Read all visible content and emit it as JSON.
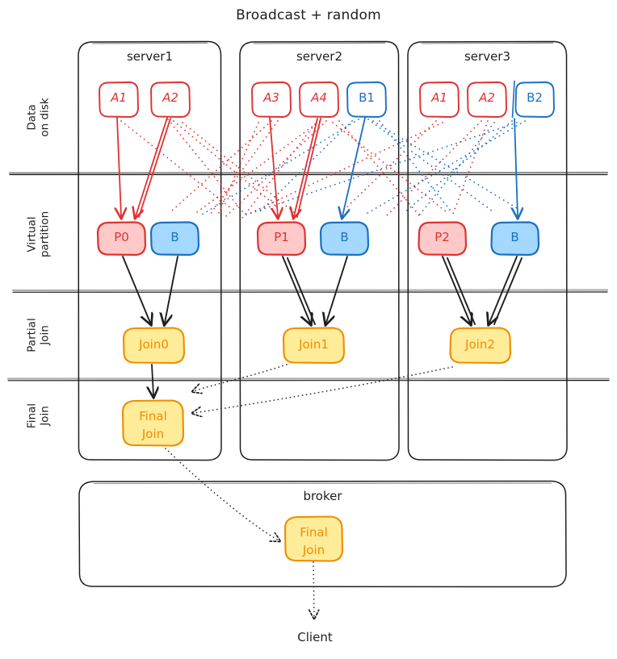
{
  "diagram": {
    "title": "Broadcast + random",
    "type": "distributed-join-dataflow",
    "colors": {
      "red_stroke": "#e03131",
      "red_fill": "#ffc9c9",
      "blue_stroke": "#1971c2",
      "blue_fill": "#a5d8ff",
      "amber_stroke": "#f08c00",
      "amber_fill": "#ffec99",
      "black_stroke": "#1e1e1e",
      "gray_rule": "#868e96",
      "background": "#ffffff"
    }
  },
  "row_labels": [
    {
      "id": "data-on-disk",
      "line1": "Data",
      "line2": "on disk"
    },
    {
      "id": "virtual-partition",
      "line1": "Virtual",
      "line2": "partition"
    },
    {
      "id": "partial-join",
      "line1": "Partial",
      "line2": "Join"
    },
    {
      "id": "final-join",
      "line1": "Final",
      "line2": "Join"
    }
  ],
  "servers": [
    {
      "name": "server1",
      "disk": [
        {
          "label": "A1",
          "kind": "red-outline"
        },
        {
          "label": "A2",
          "kind": "red-outline"
        }
      ],
      "partitions": [
        {
          "label": "P0",
          "kind": "red-filled"
        },
        {
          "label": "B",
          "kind": "blue-filled"
        }
      ],
      "partial_join": {
        "label": "Join0",
        "kind": "amber-filled"
      },
      "final_join": {
        "label_line1": "Final",
        "label_line2": "Join",
        "kind": "amber-filled"
      }
    },
    {
      "name": "server2",
      "disk": [
        {
          "label": "A3",
          "kind": "red-outline"
        },
        {
          "label": "A4",
          "kind": "red-outline"
        },
        {
          "label": "B1",
          "kind": "blue-outline"
        }
      ],
      "partitions": [
        {
          "label": "P1",
          "kind": "red-filled"
        },
        {
          "label": "B",
          "kind": "blue-filled"
        }
      ],
      "partial_join": {
        "label": "Join1",
        "kind": "amber-filled"
      },
      "final_join": null
    },
    {
      "name": "server3",
      "disk": [
        {
          "label": "A1",
          "kind": "red-outline"
        },
        {
          "label": "A2",
          "kind": "red-outline"
        },
        {
          "label": "B2",
          "kind": "blue-outline"
        }
      ],
      "partitions": [
        {
          "label": "P2",
          "kind": "red-filled"
        },
        {
          "label": "B",
          "kind": "blue-filled"
        }
      ],
      "partial_join": {
        "label": "Join2",
        "kind": "amber-filled"
      },
      "final_join": null
    }
  ],
  "broker": {
    "name": "broker",
    "final_join": {
      "label_line1": "Final",
      "label_line2": "Join",
      "kind": "amber-filled"
    }
  },
  "client": {
    "label": "Client"
  }
}
